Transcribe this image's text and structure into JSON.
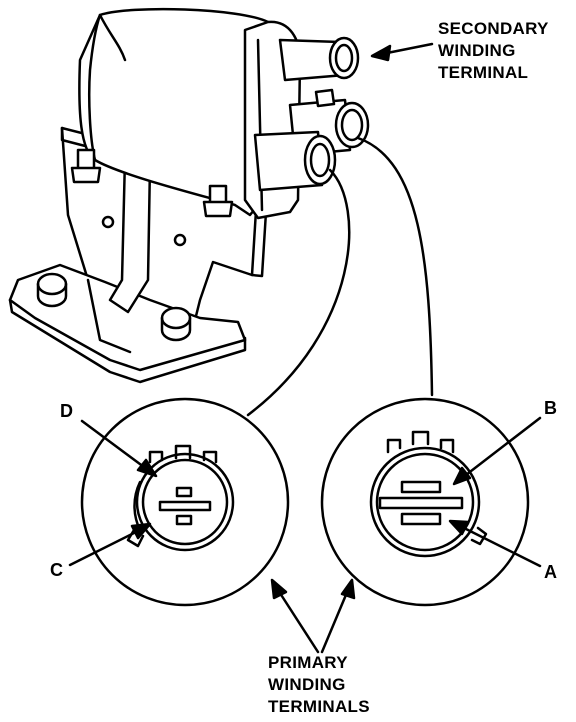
{
  "labels": {
    "secondary": [
      "SECONDARY",
      "WINDING",
      "TERMINAL"
    ],
    "primary": [
      "PRIMARY",
      "WINDING",
      "TERMINALS"
    ],
    "terminal_a": "A",
    "terminal_b": "B",
    "terminal_c": "C",
    "terminal_d": "D"
  },
  "colors": {
    "ink": "#000000",
    "paper": "#ffffff"
  }
}
